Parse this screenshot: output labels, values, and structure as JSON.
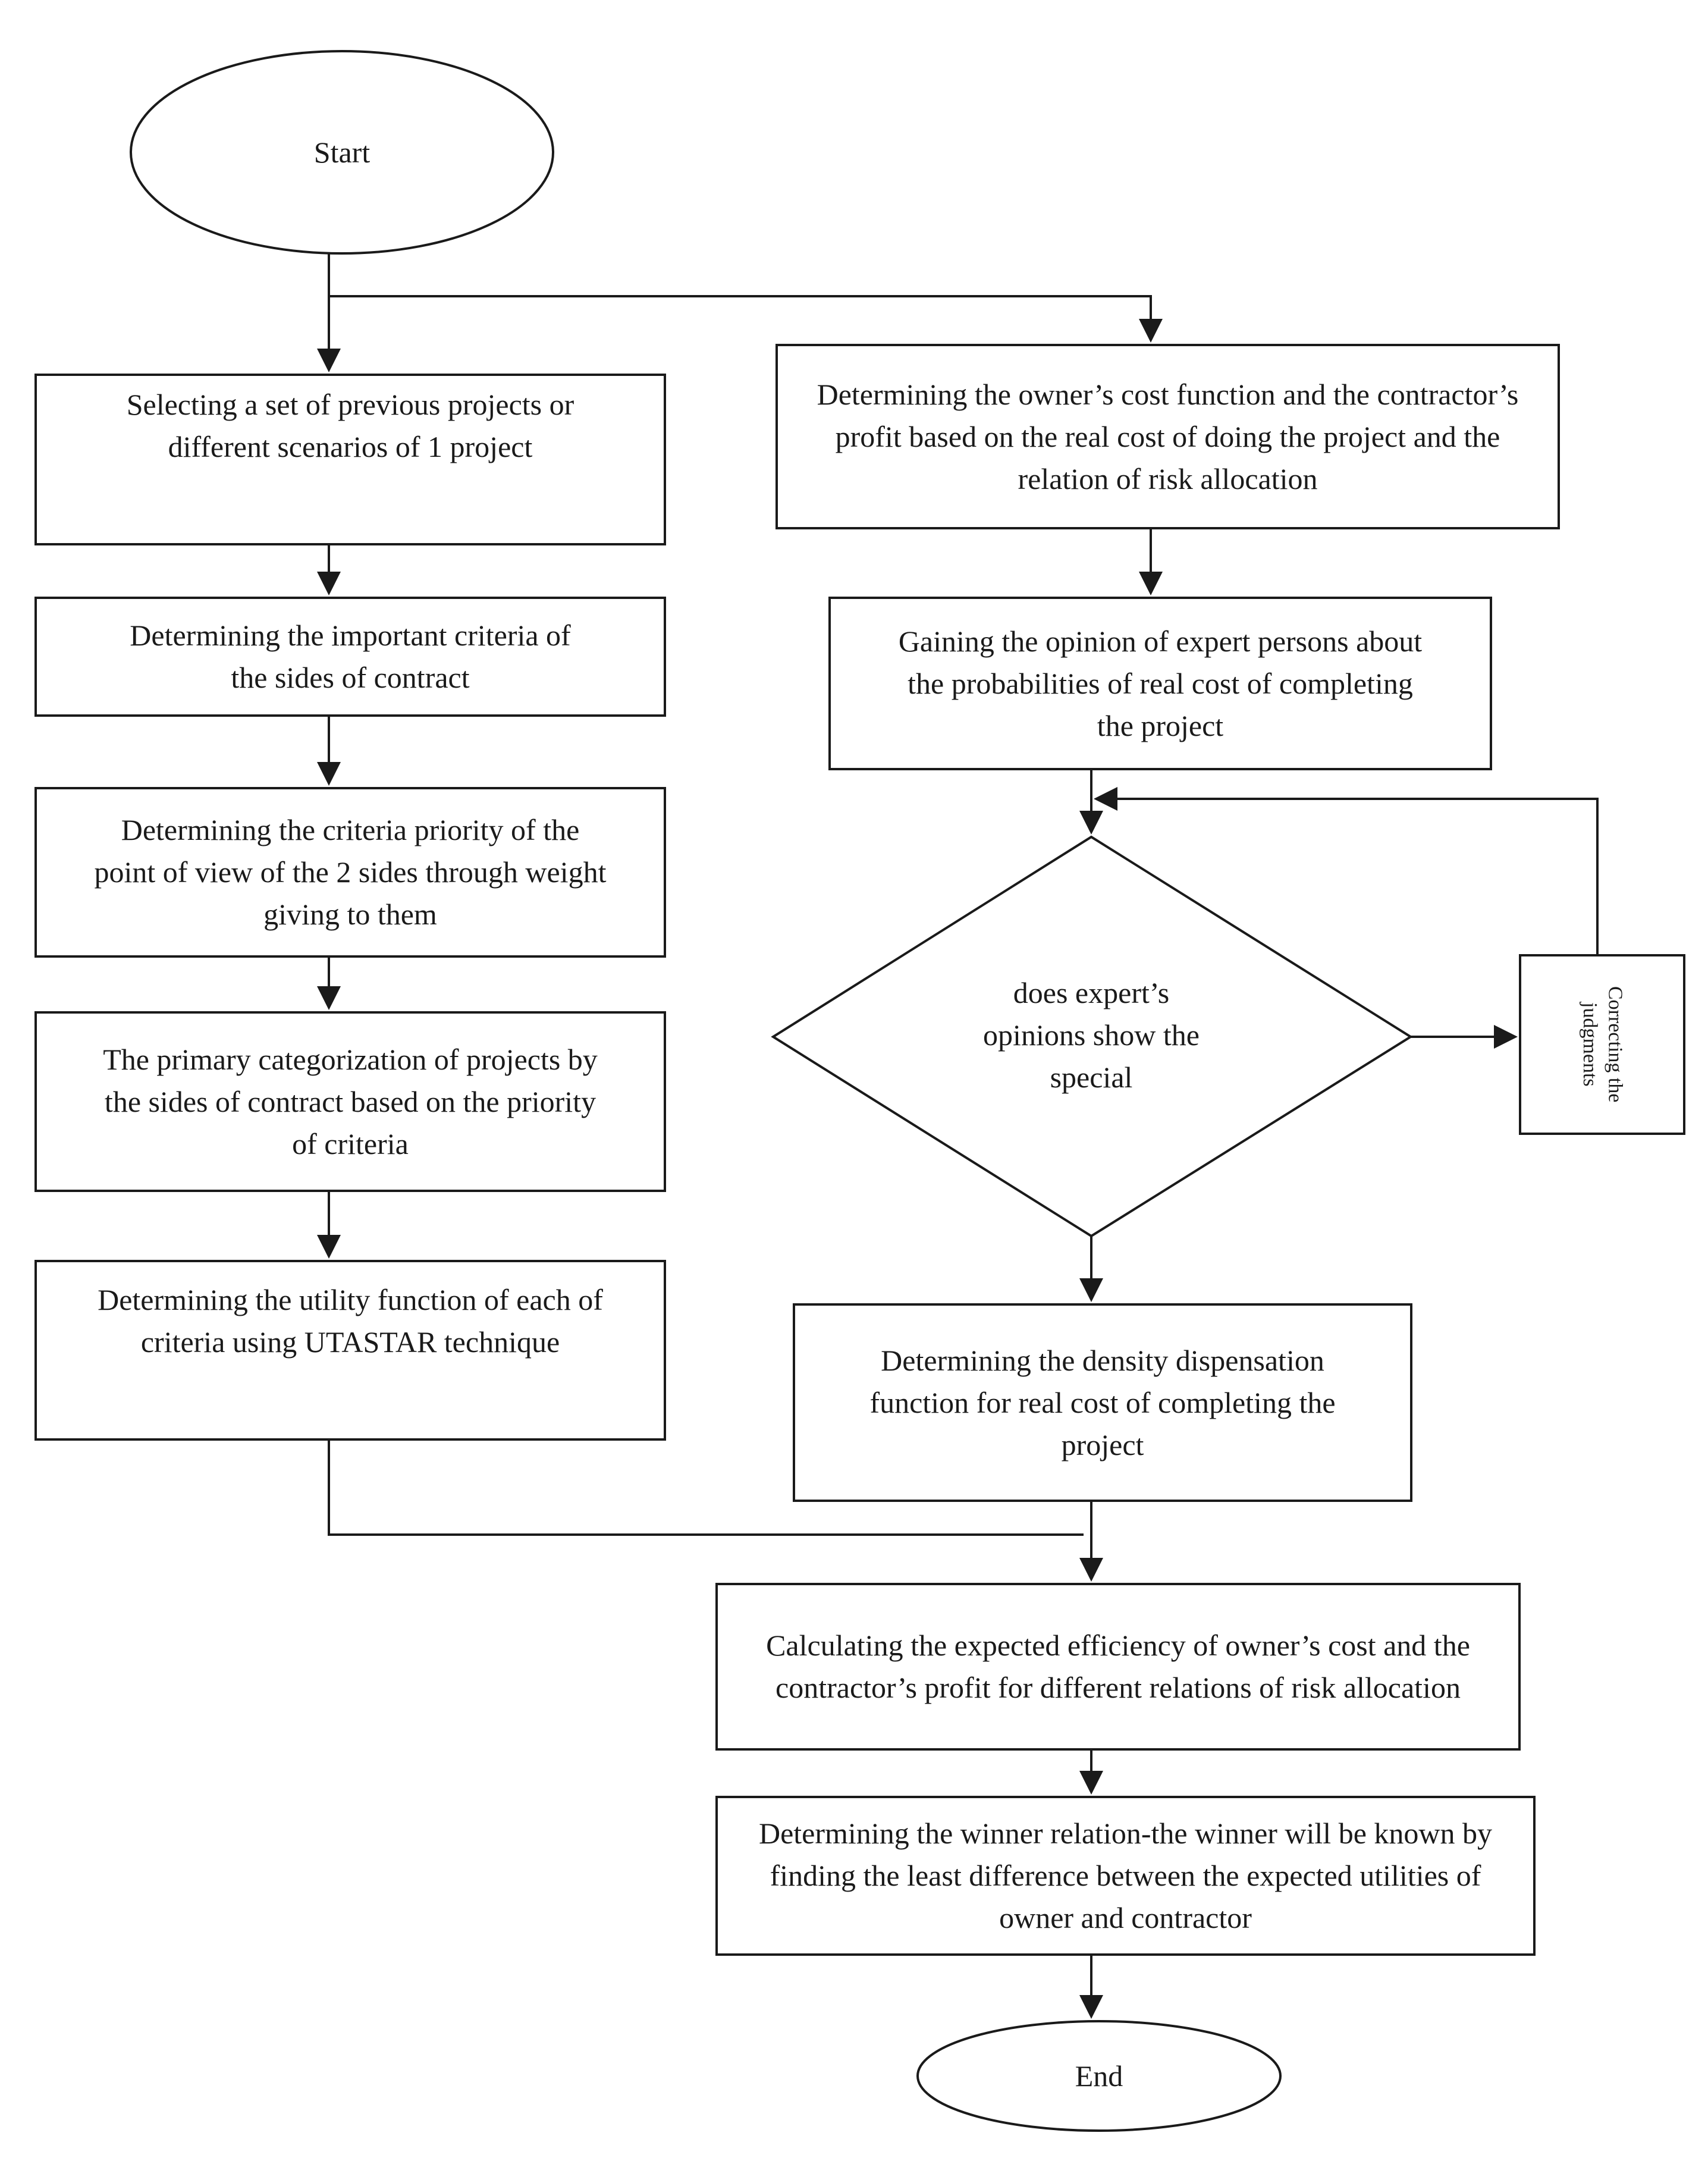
{
  "colors": {
    "stroke": "#1a1a1a",
    "background": "#ffffff",
    "text": "#1a1a1a"
  },
  "nodes": {
    "start": "Start",
    "select_projects": "Selecting a set of previous projects or different scenarios of 1 project",
    "important_criteria": "Determining the important criteria of the sides of contract",
    "criteria_priority": "Determining the criteria priority of the point of view of the 2 sides through weight giving to them",
    "primary_categorization": "The primary categorization of projects by the sides of contract based on the priority of criteria",
    "utility_function": "Determining the utility function of each of criteria using UTASTAR technique",
    "cost_function": "Determining the owner’s cost function and the contractor’s profit based on the real cost of doing the project and the relation of risk allocation",
    "expert_opinion": "Gaining the opinion of expert persons about the probabilities of real cost of completing the project",
    "decision": "does expert’s opinions show the special",
    "correcting": "Correcting the judgments",
    "density_function": "Determining the density dispensation function for real cost of completing the project",
    "expected_efficiency": "Calculating the expected efficiency of owner’s cost and the contractor’s profit for different relations of risk allocation",
    "winner_relation": "Determining the winner relation-the winner will be known by finding the least difference between the expected utilities of owner and contractor",
    "end": "End"
  }
}
